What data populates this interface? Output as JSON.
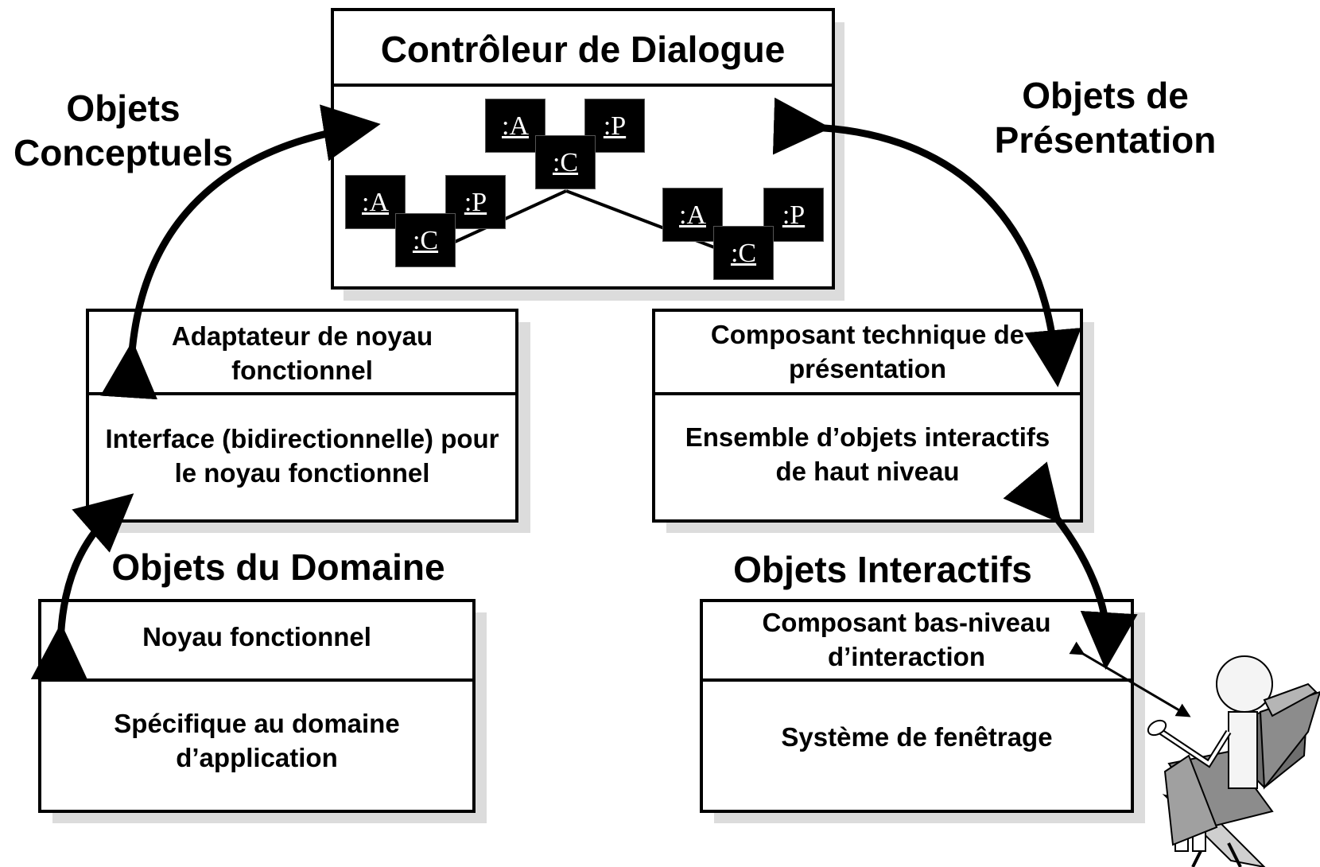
{
  "controller": {
    "title": "Contrôleur de Dialogue",
    "agents": [
      ":A",
      ":P",
      ":C",
      ":A",
      ":P",
      ":C",
      ":A",
      ":P",
      ":C"
    ]
  },
  "labels": {
    "conceptual": "Objets\nConceptuels",
    "presentation": "Objets de\nPrésentation",
    "domain": "Objets du Domaine",
    "interactive": "Objets Interactifs"
  },
  "boxes": {
    "adapter": {
      "title": "Adaptateur de noyau fonctionnel",
      "body": "Interface (bidirectionnelle) pour le noyau fonctionnel"
    },
    "presentation_tech": {
      "title": "Composant technique de présentation",
      "body": "Ensemble d’objets interactifs de haut niveau"
    },
    "core": {
      "title": "Noyau fonctionnel",
      "body": "Spécifique au domaine d’application"
    },
    "low_level": {
      "title": "Composant bas-niveau d’interaction",
      "body": "Système de fenêtrage"
    }
  },
  "colors": {
    "shadow": "#dcdcdc",
    "agent_fill": "#000000",
    "chair": "#9a9a9a"
  }
}
